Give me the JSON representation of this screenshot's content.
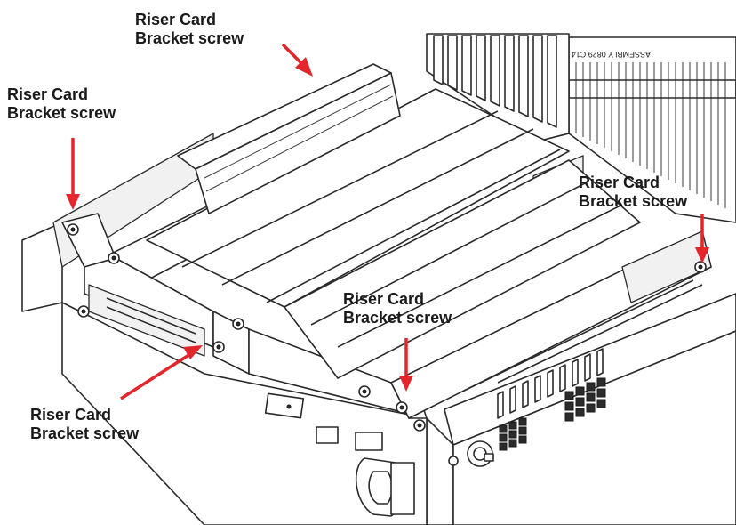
{
  "labels": [
    {
      "line1": "Riser Card",
      "line2": "Bracket screw"
    },
    {
      "line1": "Riser Card",
      "line2": "Bracket screw"
    },
    {
      "line1": "Riser Card",
      "line2": "Bracket screw"
    },
    {
      "line1": "Riser Card",
      "line2": "Bracket screw"
    },
    {
      "line1": "Riser Card",
      "line2": "Bracket screw"
    }
  ],
  "colors": {
    "arrow": "#e3262b",
    "line_art": "#2a2a2a",
    "label_text": "#1a1a1a"
  },
  "chip_marking": "ASSEMBLY 0829 C14"
}
